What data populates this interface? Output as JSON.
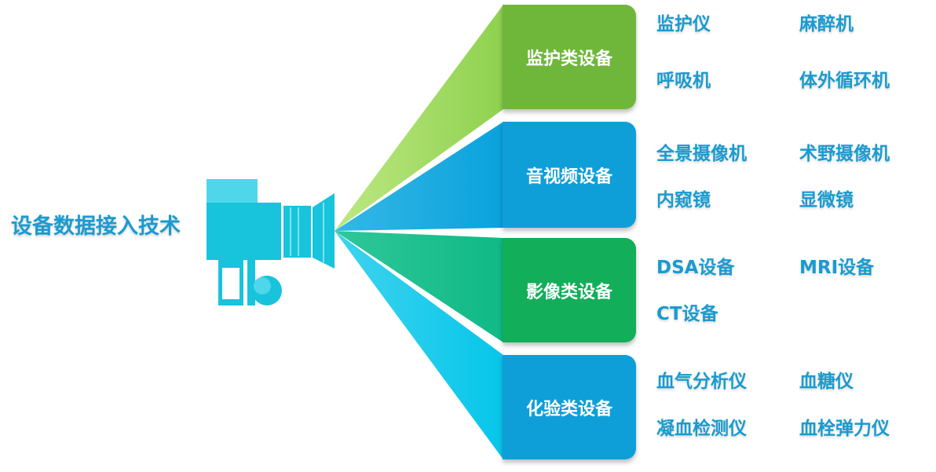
{
  "title": "设备数据接入技术",
  "categories": [
    {
      "label": "监护类设备",
      "color": "#6fb73b",
      "beam_color": "#8fd14f",
      "items": [
        "监护仪",
        "麻醉机",
        "呼吸机",
        "体外循环机"
      ]
    },
    {
      "label": "音视频设备",
      "color": "#0e9fd9",
      "beam_color": "#0aa7e0",
      "items": [
        "全景摄像机",
        "术野摄像机",
        "内窥镜",
        "显微镜"
      ]
    },
    {
      "label": "影像类设备",
      "color": "#12ae59",
      "beam_color": "#14c08a",
      "items": [
        "DSA设备",
        "MRI设备",
        "CT设备"
      ]
    },
    {
      "label": "化验类设备",
      "color": "#0e9fd9",
      "beam_color": "#08c8ea",
      "items": [
        "血气分析仪",
        "血糖仪",
        "凝血检测仪",
        "血栓弹力仪"
      ]
    }
  ],
  "colors": {
    "title": "#1a9bd0",
    "camera": "#18c3dc",
    "camera_light": "#4fd6ea"
  },
  "icons": [
    "camera-projector-icon"
  ]
}
